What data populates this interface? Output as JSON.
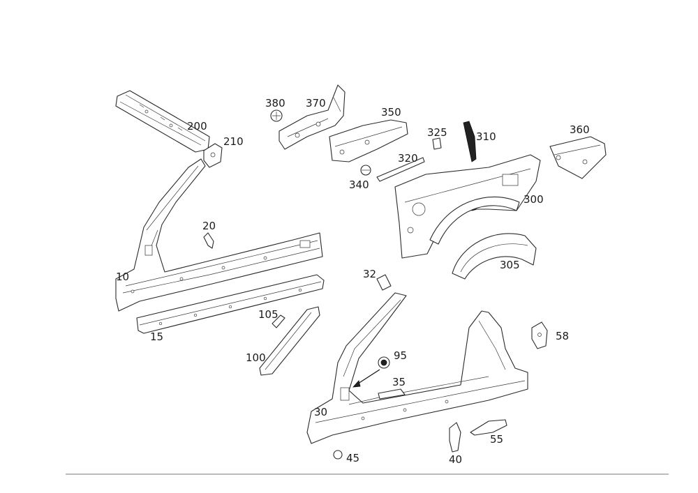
{
  "diagram": {
    "callouts": [
      {
        "id": "p10",
        "label": "10"
      },
      {
        "id": "p15",
        "label": "15"
      },
      {
        "id": "p20",
        "label": "20"
      },
      {
        "id": "p30",
        "label": "30"
      },
      {
        "id": "p32",
        "label": "32"
      },
      {
        "id": "p35",
        "label": "35"
      },
      {
        "id": "p40",
        "label": "40"
      },
      {
        "id": "p45",
        "label": "45"
      },
      {
        "id": "p55",
        "label": "55"
      },
      {
        "id": "p58",
        "label": "58"
      },
      {
        "id": "p95",
        "label": "95"
      },
      {
        "id": "p100",
        "label": "100"
      },
      {
        "id": "p105",
        "label": "105"
      },
      {
        "id": "p200",
        "label": "200"
      },
      {
        "id": "p210",
        "label": "210"
      },
      {
        "id": "p300",
        "label": "300"
      },
      {
        "id": "p305",
        "label": "305"
      },
      {
        "id": "p310",
        "label": "310"
      },
      {
        "id": "p320",
        "label": "320"
      },
      {
        "id": "p325",
        "label": "325"
      },
      {
        "id": "p340",
        "label": "340"
      },
      {
        "id": "p350",
        "label": "350"
      },
      {
        "id": "p360",
        "label": "360"
      },
      {
        "id": "p370",
        "label": "370"
      },
      {
        "id": "p380",
        "label": "380"
      }
    ]
  }
}
